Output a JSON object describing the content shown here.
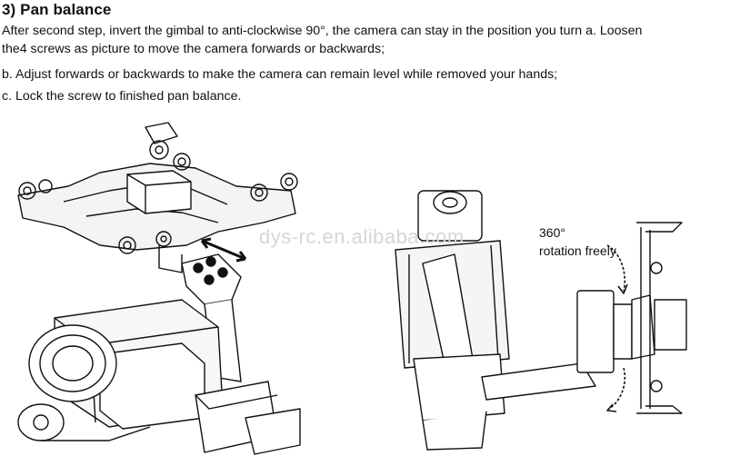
{
  "section": {
    "heading": "3) Pan balance",
    "steps": [
      "After second step, invert the gimbal to anti-clockwise 90°, the camera can stay in the position you turn a. Loosen",
      "the4 screws as picture to move the camera forwards or backwards;",
      "b. Adjust forwards or backwards to make the camera can remain level while removed your hands;",
      "c. Lock the screw to finished pan balance."
    ]
  },
  "figure": {
    "watermark": "dys-rc.en.alibaba.com",
    "rotation_label_line1": "360°",
    "rotation_label_line2": "rotation freely",
    "left_illustration": "gimbal-isometric",
    "right_illustration": "gimbal-side-view"
  }
}
